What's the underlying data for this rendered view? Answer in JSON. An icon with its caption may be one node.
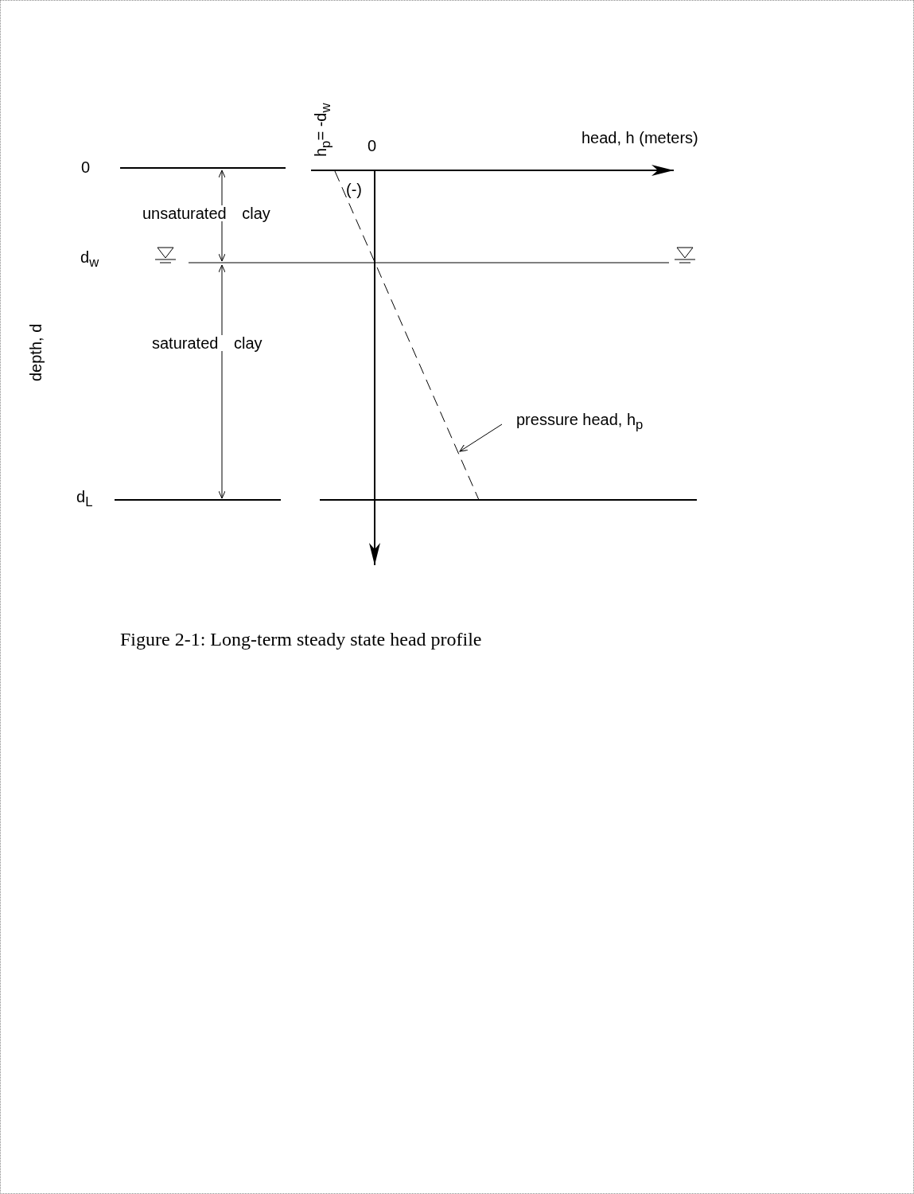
{
  "diagram": {
    "caption": "Figure 2-1: Long-term steady state head profile",
    "nodes": [
      {
        "text": [
          "pressure head, h$_{p}$"
        ]
      },
      {
        "text": [],
        "shape": "line"
      }
    ],
    "edges": [
      {
        "from": 0,
        "to": 1,
        "arrow": "to"
      }
    ],
    "labels": [
      "h$_{p}$= -d$_{w}$",
      "0",
      "head, h (meters)",
      "0",
      "(-)",
      "unsaturated clay",
      "d$_{w}$",
      "depth, d",
      "saturated clay",
      "d$_{L}$"
    ]
  }
}
